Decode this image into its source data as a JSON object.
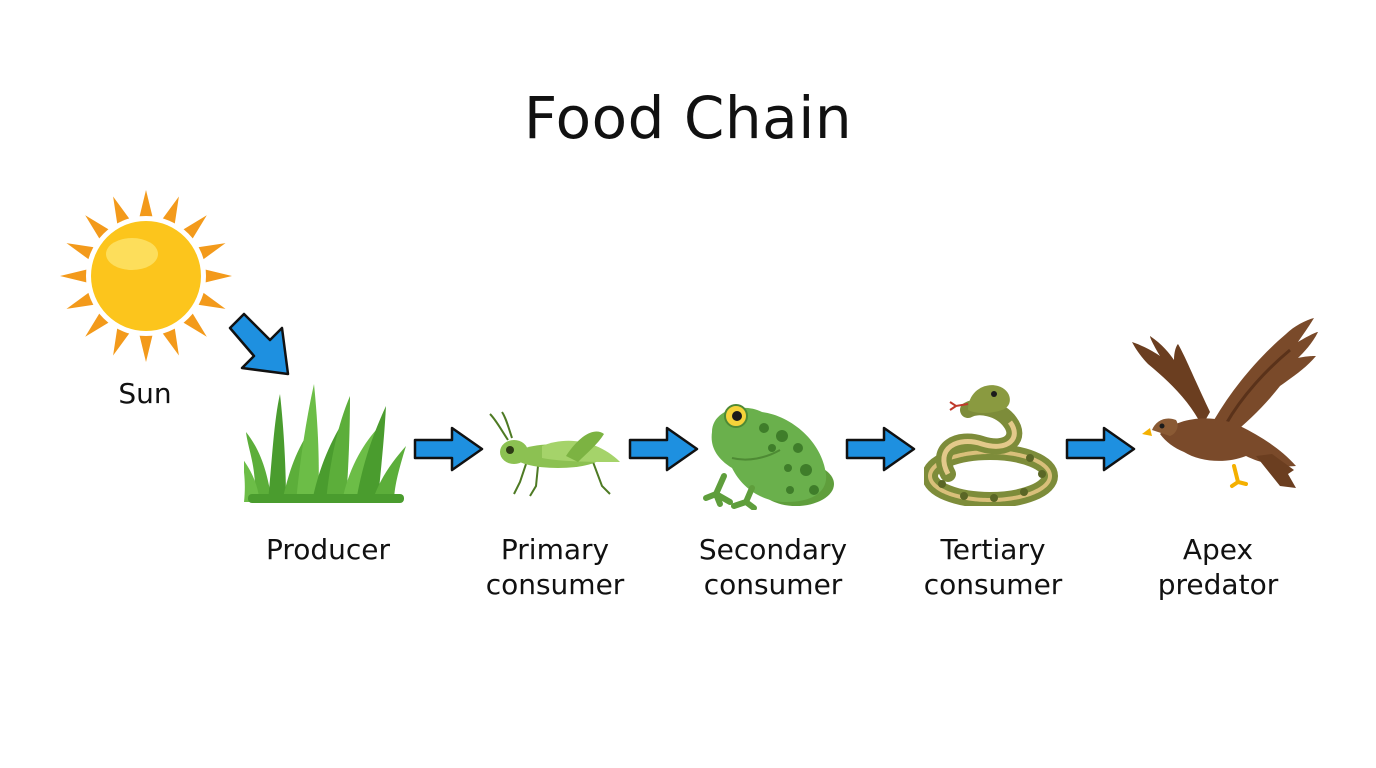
{
  "title": "Food Chain",
  "sun": {
    "label": "Sun"
  },
  "stages": [
    {
      "line1": "Producer",
      "line2": ""
    },
    {
      "line1": "Primary",
      "line2": "consumer"
    },
    {
      "line1": "Secondary",
      "line2": "consumer"
    },
    {
      "line1": "Tertiary",
      "line2": "consumer"
    },
    {
      "line1": "Apex",
      "line2": "predator"
    }
  ],
  "colors": {
    "arrow": "#1e90e0",
    "sun_rays": "#f39a1b",
    "sun_core": "#fcc51c",
    "grass": "#5cae3a",
    "grasshopper": "#8cc152",
    "frog": "#6ab04c",
    "snake": "#7d8c3a",
    "eagle": "#7a4a2a"
  },
  "icons": [
    "sun-icon",
    "grass-icon",
    "grasshopper-icon",
    "frog-icon",
    "snake-icon",
    "eagle-icon"
  ]
}
